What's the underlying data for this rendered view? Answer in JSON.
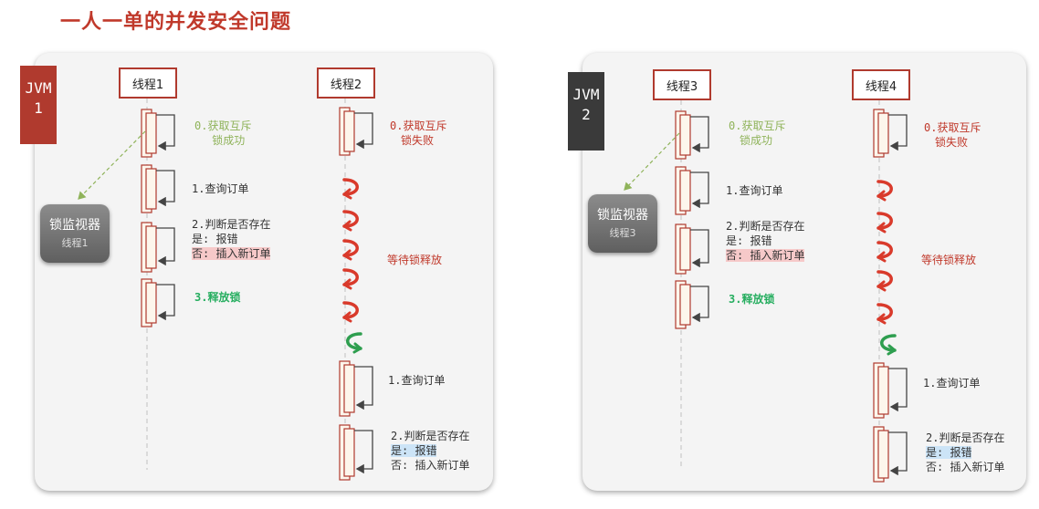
{
  "title": "一人一单的并发安全问题",
  "left": {
    "jvm_label_1": "JVM",
    "jvm_label_2": "1",
    "jvm_color": "#b03a2e",
    "thread_a": "线程1",
    "thread_b": "线程2",
    "monitor_title": "锁监视器",
    "monitor_owner": "线程1",
    "a_step0_l1": "0.获取互斥",
    "a_step0_l2": "锁成功",
    "a_step1": "1.查询订单",
    "a_step2_l1": "2.判断是否存在",
    "a_step2_l2": "是: 报错",
    "a_step2_l3": "否: 插入新订单",
    "a_step3": "3.释放锁",
    "b_step0_l1": "0.获取互斥",
    "b_step0_l2": "锁失败",
    "b_wait": "等待锁释放",
    "b_step1": "1.查询订单",
    "b_step2_l1": "2.判断是否存在",
    "b_step2_l2": "是: 报错",
    "b_step2_l3": "否: 插入新订单"
  },
  "right": {
    "jvm_label_1": "JVM",
    "jvm_label_2": "2",
    "jvm_color": "#3a3a3a",
    "thread_a": "线程3",
    "thread_b": "线程4",
    "monitor_title": "锁监视器",
    "monitor_owner": "线程3",
    "a_step0_l1": "0.获取互斥",
    "a_step0_l2": "锁成功",
    "a_step1": "1.查询订单",
    "a_step2_l1": "2.判断是否存在",
    "a_step2_l2": "是: 报错",
    "a_step2_l3": "否: 插入新订单",
    "a_step3": "3.释放锁",
    "b_step0_l1": "0.获取互斥",
    "b_step0_l2": "锁失败",
    "b_wait": "等待锁释放",
    "b_step1": "1.查询订单",
    "b_step2_l1": "2.判断是否存在",
    "b_step2_l2": "是: 报错",
    "b_step2_l3": "否: 插入新订单"
  }
}
